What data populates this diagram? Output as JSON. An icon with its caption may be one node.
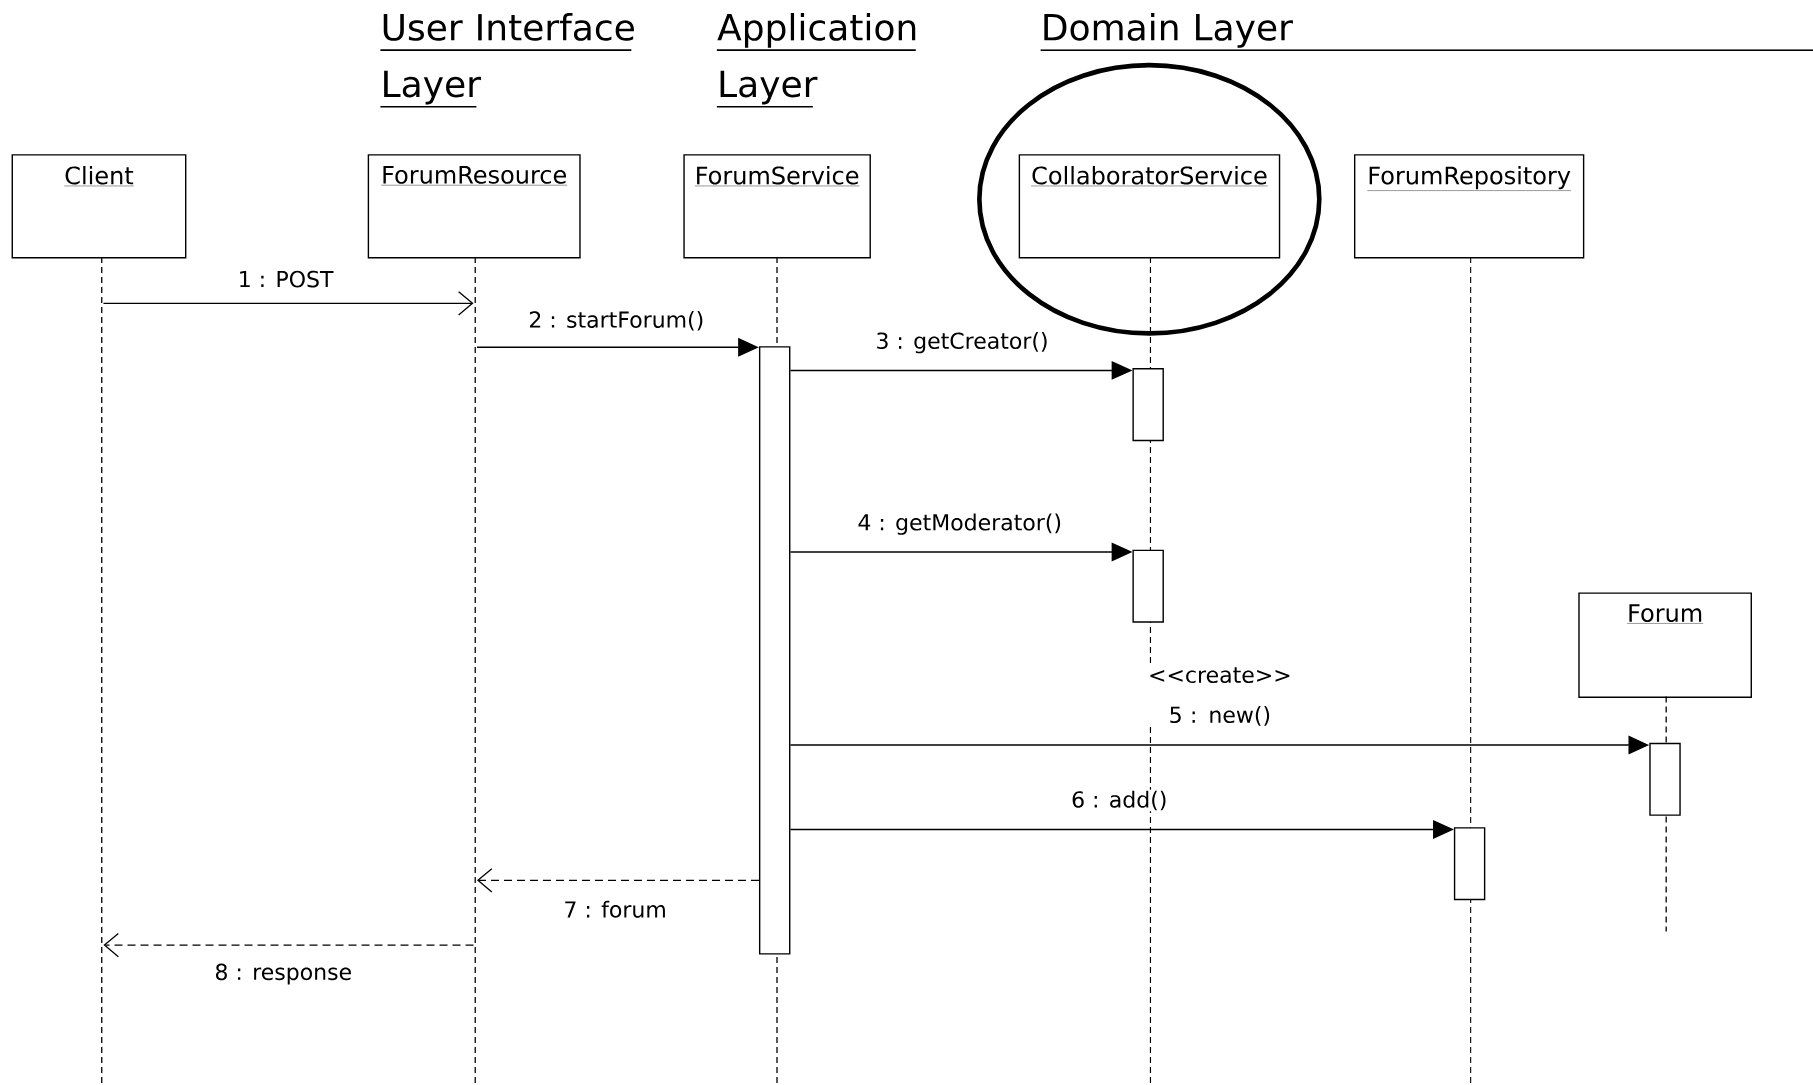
{
  "diagram": {
    "nodes": [
      {
        "text": [
          "Client"
        ]
      },
      {
        "text": [
          "ForumResource"
        ]
      },
      {
        "text": [
          "ForumService"
        ]
      },
      {
        "text": [
          "CollaboratorService"
        ]
      },
      {
        "text": [
          "ForumRepository"
        ]
      },
      {
        "text": [
          "Forum"
        ]
      },
      {
        "text": [],
        "shape": "lifeline"
      },
      {
        "text": [],
        "shape": "lifeline"
      },
      {
        "text": [],
        "shape": "lifeline"
      },
      {
        "text": [],
        "shape": "lifeline"
      },
      {
        "text": [],
        "shape": "lifeline"
      },
      {
        "text": [],
        "shape": "lifeline"
      },
      {
        "text": [],
        "shape": "bar"
      },
      {
        "text": [],
        "shape": "bar"
      },
      {
        "text": [],
        "shape": "bar"
      },
      {
        "text": [],
        "shape": "bar"
      },
      {
        "text": [],
        "shape": "bar"
      }
    ],
    "edges": [
      {
        "from": 6,
        "to": 7,
        "arrow": "to",
        "label": "1 : POST"
      },
      {
        "from": 7,
        "to": 12,
        "arrow": "to",
        "label": "2 : startForum()"
      },
      {
        "from": 12,
        "to": 13,
        "arrow": "to",
        "label": "3 : getCreator()"
      },
      {
        "from": 12,
        "to": 14,
        "arrow": "to",
        "label": "4 : getModerator()"
      },
      {
        "from": 12,
        "to": 15,
        "arrow": "to",
        "label": "<<create>> 5 : new()"
      },
      {
        "from": 12,
        "to": 16,
        "arrow": "to",
        "label": "6 : add()"
      },
      {
        "from": 12,
        "to": 7,
        "arrow": "to",
        "label": "7 : forum",
        "style": "dashed"
      },
      {
        "from": 7,
        "to": 6,
        "arrow": "to",
        "label": "8 : response",
        "style": "dashed"
      }
    ],
    "labels": [
      "User Interface Layer",
      "Application Layer",
      "Domain Layer"
    ]
  }
}
